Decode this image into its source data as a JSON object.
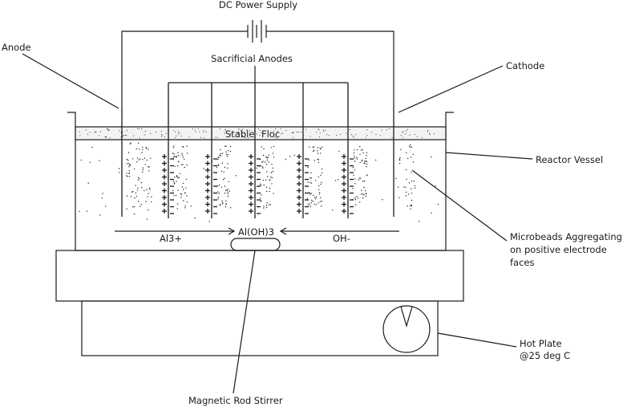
{
  "labels": {
    "power_supply": "DC Power Supply",
    "sacrificial_anodes": "Sacrificial Anodes",
    "anode": "Anode",
    "cathode": "Cathode",
    "stable_floc": "Stable",
    "stable_floc_2": "Floc",
    "reactor_vessel": "Reactor Vessel",
    "microbeads_line1": "Microbeads Aggregating",
    "microbeads_line2": "on positive electrode",
    "microbeads_line3": "faces",
    "al_ion": "Al3+",
    "aloh3": "Al(OH)3",
    "oh_ion": "OH-",
    "hot_plate_line1": "Hot Plate",
    "hot_plate_line2": "@25 deg C",
    "stirrer": "Magnetic Rod Stirrer"
  },
  "polarity_symbols": {
    "plus": "+",
    "minus": "-"
  }
}
